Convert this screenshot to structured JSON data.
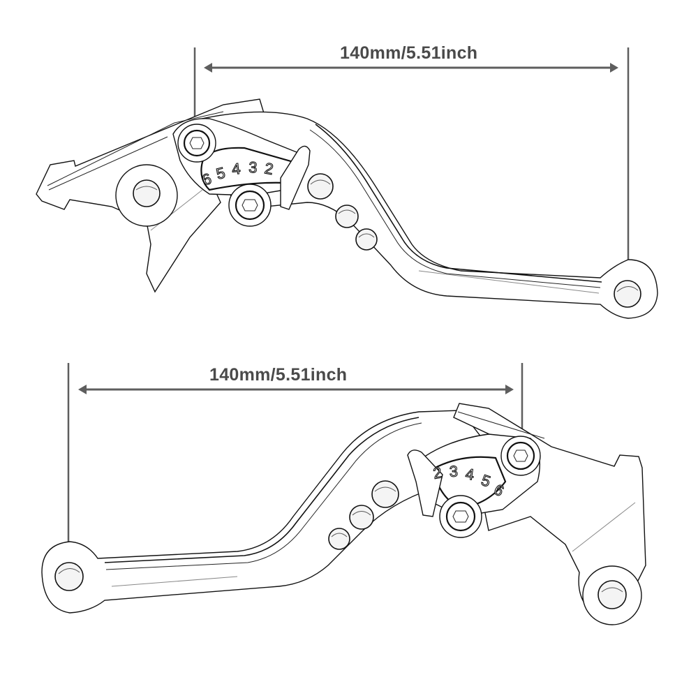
{
  "figure": {
    "description": "Two adjustable motorcycle brake/clutch levers with overall length dimension",
    "colors": {
      "background": "#ffffff",
      "dimension_line": "#5e5e5e",
      "label_text": "#4a4a4a",
      "outline": "#111111"
    }
  },
  "top_lever": {
    "dimension_label": "140mm/5.51inch",
    "adjuster_scale": [
      "6",
      "5",
      "4",
      "3",
      "2"
    ],
    "holes_count": 3
  },
  "bottom_lever": {
    "dimension_label": "140mm/5.51inch",
    "adjuster_scale": [
      "2",
      "3",
      "4",
      "5",
      "6"
    ],
    "holes_count": 3
  }
}
